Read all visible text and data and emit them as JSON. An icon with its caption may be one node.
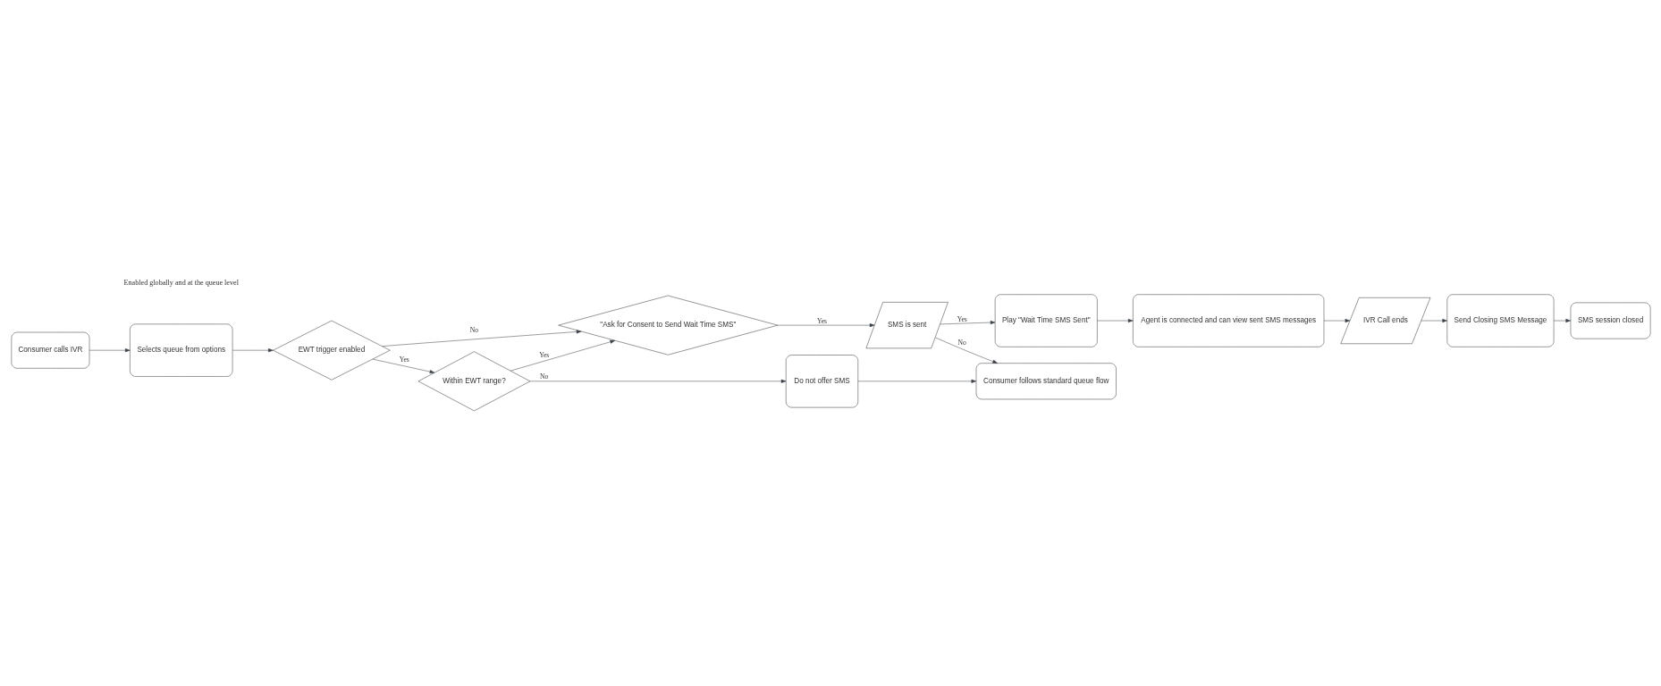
{
  "diagram": {
    "nodes": [
      {
        "text": [
          "Consumer calls IVR"
        ]
      },
      {
        "text": [
          "Selects queue from options"
        ]
      },
      {
        "text": [
          "EWT trigger enabled"
        ]
      },
      {
        "text": [
          "Within EWT range?"
        ]
      },
      {
        "text": [
          "\"Ask for Consent to Send Wait Time SMS\""
        ]
      },
      {
        "text": [
          "SMS is sent"
        ]
      },
      {
        "text": [
          "Play \"Wait Time SMS Sent\""
        ]
      },
      {
        "text": [
          "Do not offer SMS"
        ]
      },
      {
        "text": [
          "Consumer follows standard queue flow"
        ]
      },
      {
        "text": [
          "Agent is connected and can view sent SMS messages"
        ]
      },
      {
        "text": [
          "IVR Call ends"
        ]
      },
      {
        "text": [
          "Send Closing SMS Message"
        ]
      },
      {
        "text": [
          "SMS session closed"
        ]
      }
    ],
    "edges": [
      {
        "from": 0,
        "to": 1,
        "arrow": "to"
      },
      {
        "from": 1,
        "to": 2,
        "arrow": "to"
      },
      {
        "from": 2,
        "to": 3,
        "arrow": "to",
        "label": "Yes"
      },
      {
        "from": 2,
        "to": 4,
        "arrow": "to",
        "label": "No"
      },
      {
        "from": 3,
        "to": 4,
        "arrow": "to",
        "label": "Yes"
      },
      {
        "from": 3,
        "to": 7,
        "arrow": "to",
        "label": "No"
      },
      {
        "from": 4,
        "to": 5,
        "arrow": "to",
        "label": "Yes"
      },
      {
        "from": 5,
        "to": 6,
        "arrow": "to",
        "label": "Yes"
      },
      {
        "from": 5,
        "to": 8,
        "arrow": "to",
        "label": "No"
      },
      {
        "from": 7,
        "to": 8,
        "arrow": "to"
      },
      {
        "from": 6,
        "to": 9,
        "arrow": "to"
      },
      {
        "from": 9,
        "to": 10,
        "arrow": "to"
      },
      {
        "from": 10,
        "to": 11,
        "arrow": "to"
      },
      {
        "from": 11,
        "to": 12,
        "arrow": "to"
      }
    ],
    "labels": [
      "Enabled globally and at the queue level"
    ]
  }
}
